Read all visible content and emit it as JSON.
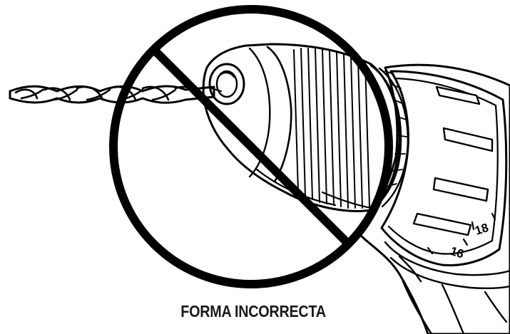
{
  "caption": "FORMA INCORRECTA",
  "dial_numbers": [
    "16",
    "18"
  ],
  "colors": {
    "ink": "#000000",
    "background": "#ffffff"
  },
  "icons": {
    "prohibition": "prohibited-sign-icon"
  }
}
